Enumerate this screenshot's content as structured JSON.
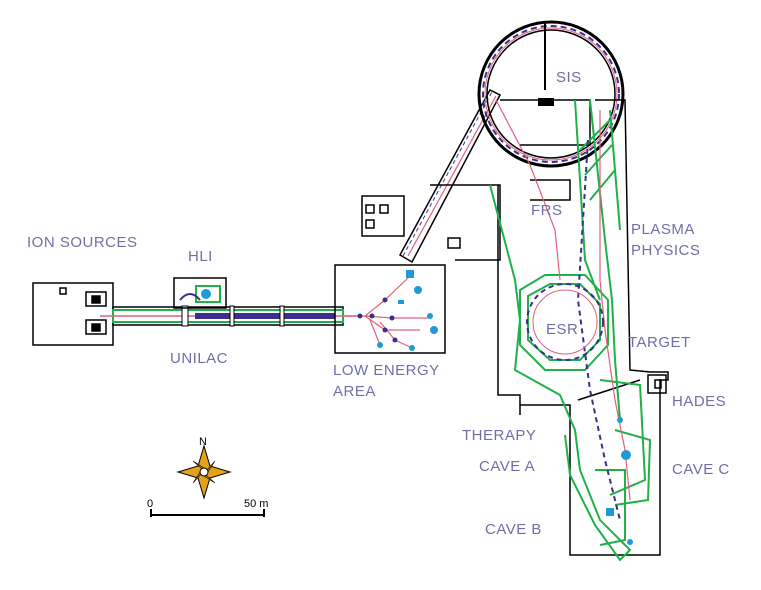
{
  "labels": {
    "ion_sources": "ION SOURCES",
    "hli": "HLI",
    "unilac": "UNILAC",
    "low_energy_1": "LOW ENERGY",
    "low_energy_2": "AREA",
    "sis": "SIS",
    "frs": "FRS",
    "esr": "ESR",
    "plasma_1": "PLASMA",
    "plasma_2": "PHYSICS",
    "target": "TARGET",
    "hades": "HADES",
    "therapy": "THERAPY",
    "cave_a": "CAVE A",
    "cave_b": "CAVE B",
    "cave_c": "CAVE C"
  },
  "compass": {
    "north": "N"
  },
  "scale": {
    "start": "0",
    "end": "50 m"
  },
  "colors": {
    "label_text": "#6e6fa8",
    "wall": "#000000",
    "beamline": "#1fb04a",
    "beam_path": "#e0607a",
    "magnets": "#3a2f8f",
    "equipment": "#1e9bd7",
    "compass_fill": "#e2a21a"
  }
}
